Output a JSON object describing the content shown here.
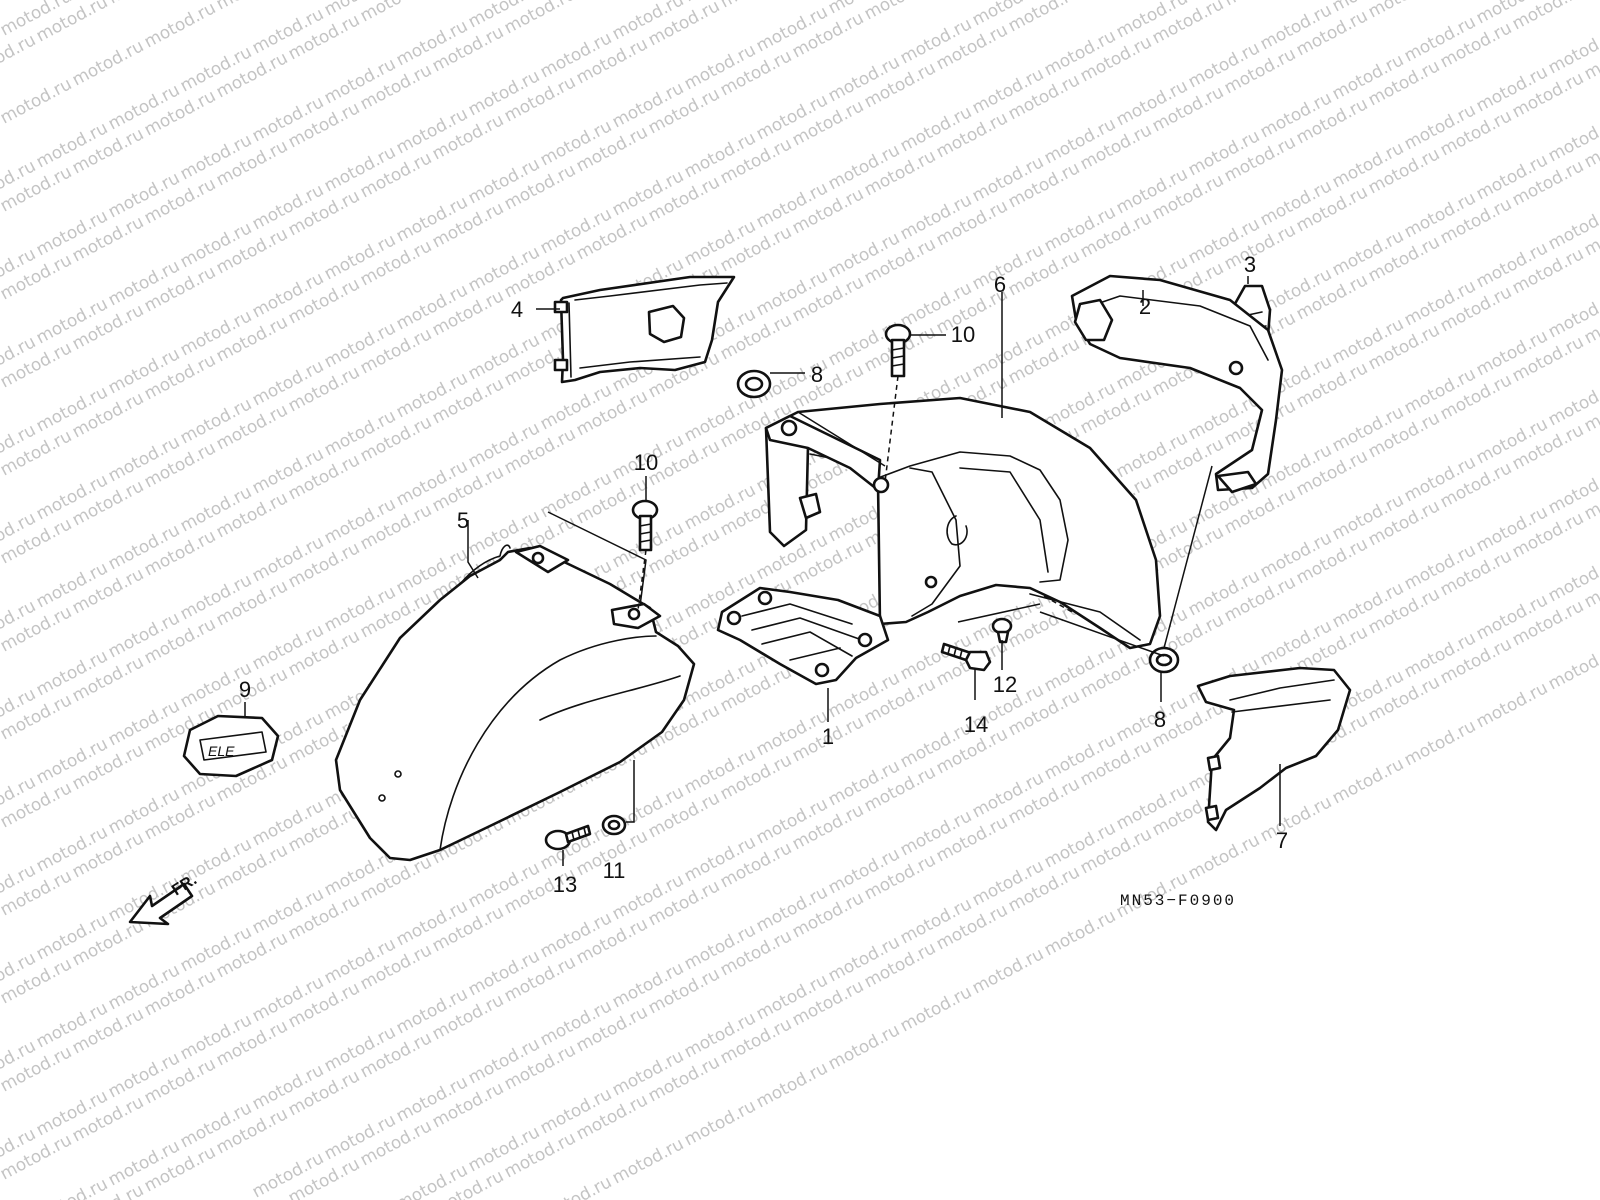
{
  "watermark": {
    "text": "motod.ru"
  },
  "diagram_code": "MN53−F0900",
  "direction_label": "FR.",
  "callouts": [
    {
      "id": "c1",
      "text": "1"
    },
    {
      "id": "c2",
      "text": "2"
    },
    {
      "id": "c3",
      "text": "3"
    },
    {
      "id": "c4",
      "text": "4"
    },
    {
      "id": "c5",
      "text": "5"
    },
    {
      "id": "c6",
      "text": "6"
    },
    {
      "id": "c7",
      "text": "7"
    },
    {
      "id": "c8a",
      "text": "8"
    },
    {
      "id": "c8b",
      "text": "8"
    },
    {
      "id": "c9",
      "text": "9"
    },
    {
      "id": "c10a",
      "text": "10"
    },
    {
      "id": "c10b",
      "text": "10"
    },
    {
      "id": "c11",
      "text": "11"
    },
    {
      "id": "c12",
      "text": "12"
    },
    {
      "id": "c13",
      "text": "13"
    },
    {
      "id": "c14",
      "text": "14"
    }
  ]
}
